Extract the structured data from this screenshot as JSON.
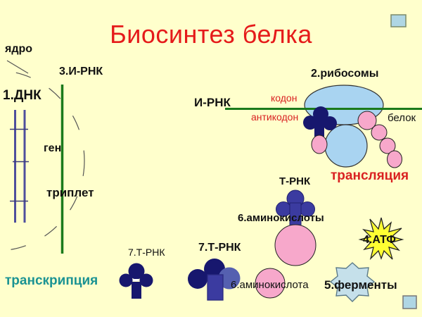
{
  "slide": {
    "title": "Биосинтез белка"
  },
  "labels": {
    "nucleus": "ядро",
    "dna": "1.ДНК",
    "mrna_vertical": "3.И-РНК",
    "gene": "ген",
    "triplet": "триплет",
    "transcription": "транскрипция",
    "mrna_horizontal": "И-РНК",
    "codon": "кодон",
    "anticodon": "антикодон",
    "ribosomes": "2.рибосомы",
    "protein": "белок",
    "translation": "трансляция",
    "trna": "Т-РНК",
    "amino_acids": "6.аминокислоты",
    "atp": "4.АТФ",
    "trna7_plain": "7.Т-РНК",
    "trna7_bold": "7.Т-РНК",
    "amino_acid_single": "6.аминокислота",
    "enzymes": "5.ферменты"
  },
  "colors": {
    "background": "#FFFFCC",
    "title_red": "#E51A1A",
    "label_red": "#D92121",
    "transcription_teal": "#1B9393",
    "rna_green": "#1B7A1B",
    "dna_purple": "#4E4E9C",
    "dna_rung": "#3A3A7A",
    "trna_navy": "#17176E",
    "trna_slate": "#3B3BA0",
    "trna_light_slate": "#5560B0",
    "amino_pink": "#F7A8CB",
    "ribosome_blue": "#A9D4F1",
    "atp_yellow": "#FFFF33",
    "enzyme_blue": "#C5E0EA",
    "corner_square_blue": "#AFD6E4",
    "nucleus_dash": "#555555",
    "dash_mark_white": "#FFFFFF"
  }
}
